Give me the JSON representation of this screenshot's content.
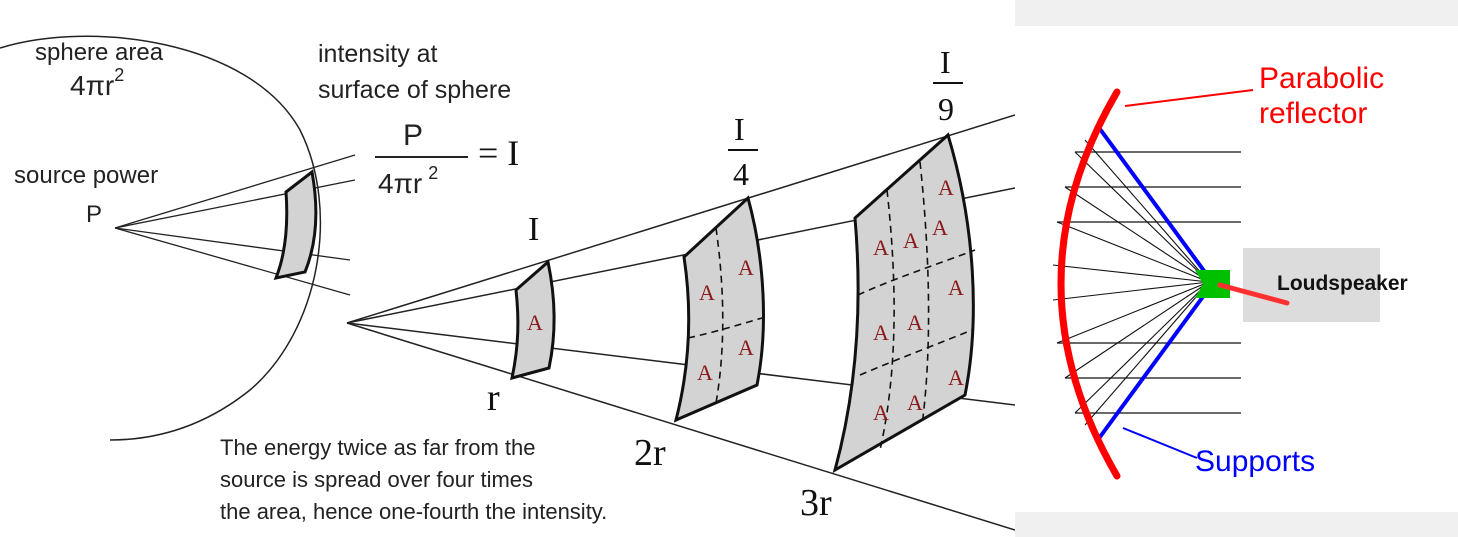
{
  "left_diagram": {
    "sphere_area_label": "sphere area",
    "sphere_area_formula": "4πr",
    "sphere_area_exponent": "2",
    "intensity_label_line1": "intensity at",
    "intensity_label_line2": "surface of sphere",
    "formula_numerator": "P",
    "formula_denominator": "4πr",
    "formula_denominator_exponent": "2",
    "formula_result": "= I",
    "source_power_label": "source power",
    "source_symbol": "P",
    "intensity_near": "I",
    "intensity_quarter_num": "I",
    "intensity_quarter_den": "4",
    "intensity_ninth_num": "I",
    "intensity_ninth_den": "9",
    "area_cell_label": "A",
    "distance_1": "r",
    "distance_2": "2r",
    "distance_3": "3r",
    "caption_line1": "The energy twice as far from the",
    "caption_line2": "source is spread over four times",
    "caption_line3": "the area, hence one-fourth the intensity."
  },
  "right_diagram": {
    "reflector_label_line1": "Parabolic",
    "reflector_label_line2": "reflector",
    "loudspeaker_label": "Loudspeaker",
    "supports_label": "Supports",
    "colors": {
      "reflector": "#ff0000",
      "supports": "#0000ff",
      "loudspeaker": "#00c000",
      "loudspeaker_box": "#dcdcdc",
      "panel_background": "#f0f0f0"
    }
  }
}
